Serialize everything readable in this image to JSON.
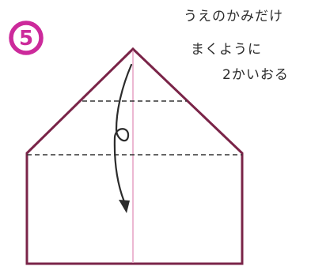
{
  "step": {
    "number": "5",
    "number_color": "#cc2a9b"
  },
  "instruction": {
    "line1": "うえのかみだけ",
    "line2": "まくように",
    "line3": "2かいおる"
  },
  "colors": {
    "outline": "#7a2448",
    "center_crease": "#e7a6c7",
    "dashed_fold": "#333333",
    "arrow": "#2b2b2b",
    "text": "#2b2b2b"
  },
  "fold_lines": {
    "count": 2,
    "style": "dashed"
  },
  "arrow": {
    "direction": "down",
    "loop": true
  },
  "icons": {
    "step_badge": "circled-number-icon",
    "fold_arrow": "fold-arrow-icon"
  }
}
